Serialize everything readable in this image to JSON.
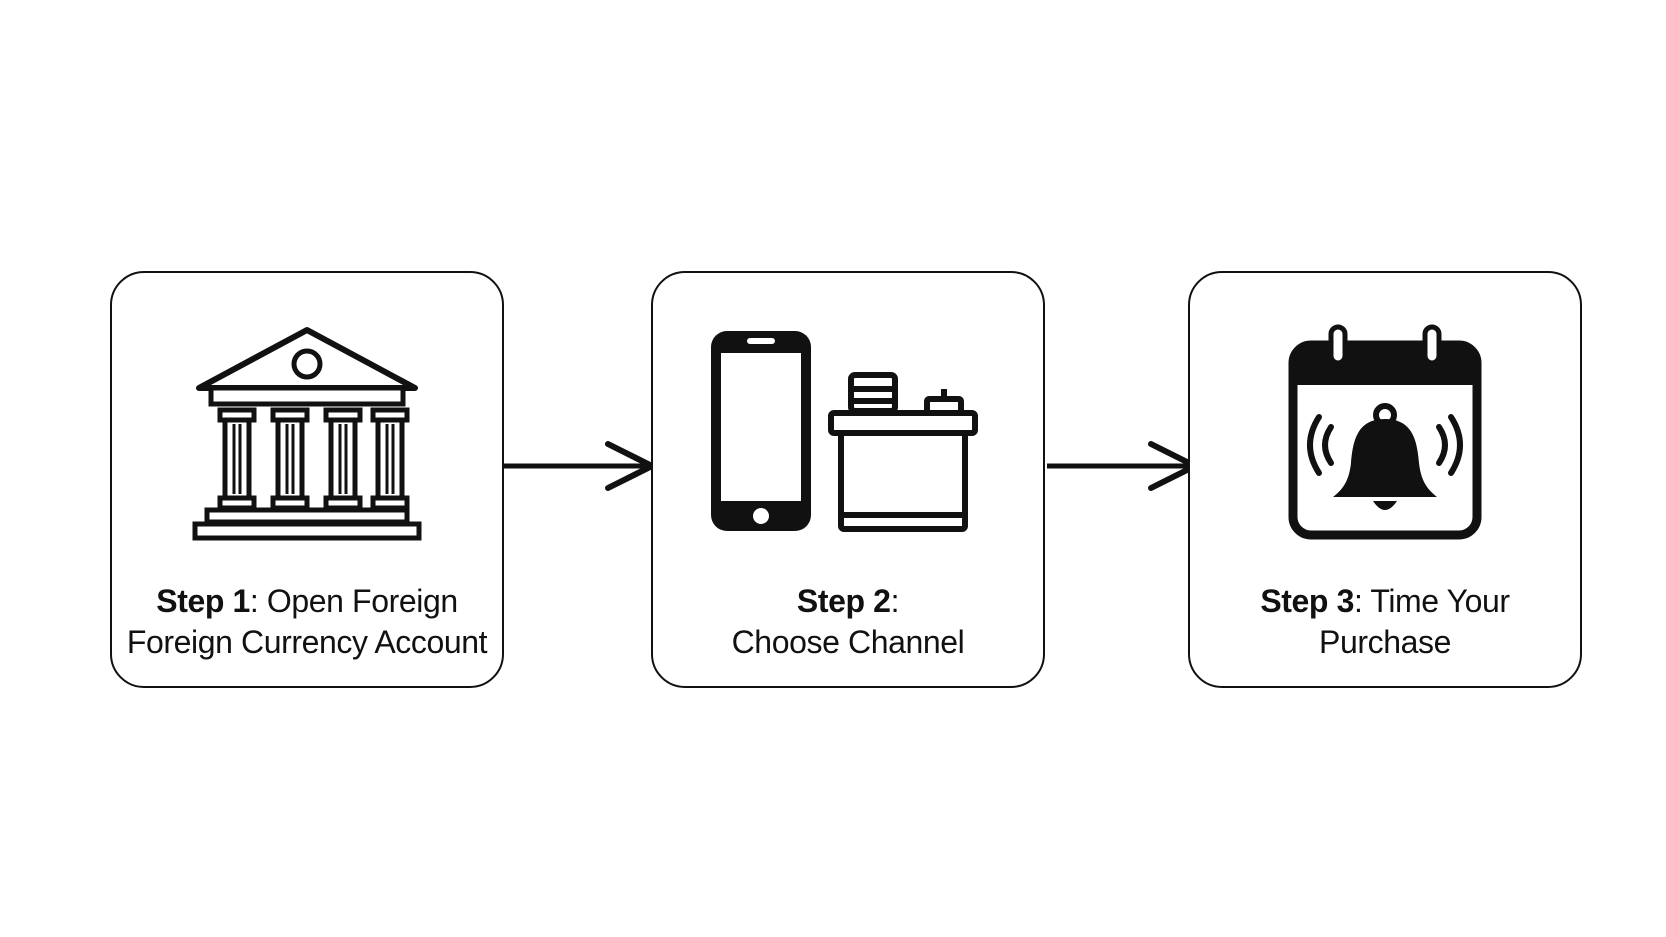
{
  "steps": [
    {
      "bold": "Step 1",
      "rest_line1": ": Open Foreign",
      "line2": "Foreign Currency Account",
      "icon": "bank-building-icon"
    },
    {
      "bold": "Step 2",
      "rest_line1": ":",
      "line2": "Choose Channel",
      "icon": "smartphone-icon, bank-counter-icon"
    },
    {
      "bold": "Step 3",
      "rest_line1": ": Time Your",
      "line2": "Purchase",
      "icon": "calendar-alarm-bell-icon"
    }
  ],
  "connectors": [
    "arrow-right-icon",
    "arrow-right-icon"
  ],
  "colors": {
    "stroke": "#111111",
    "background": "#ffffff"
  }
}
